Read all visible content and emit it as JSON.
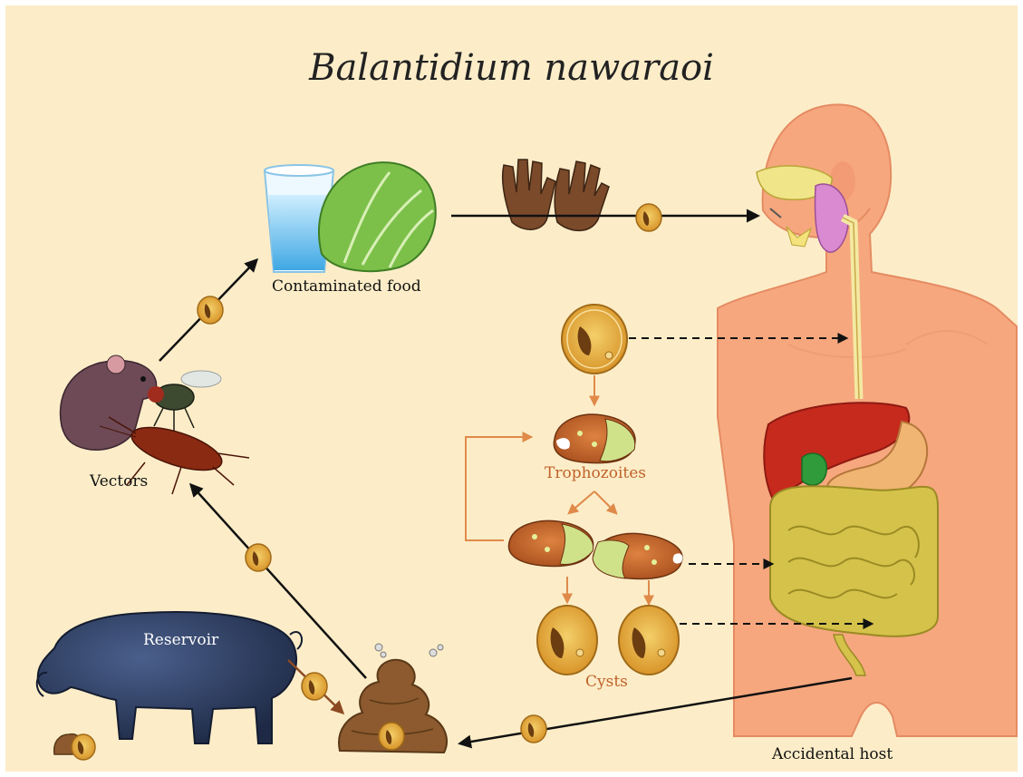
{
  "title": "Balantidium nawaraoi",
  "labels": {
    "contaminated_food": "Contaminated food",
    "vectors": "Vectors",
    "reservoir": "Reservoir",
    "trophozoites": "Trophozoites",
    "cysts": "Cysts",
    "accidental_host": "Accidental host"
  },
  "colors": {
    "background": "#fcedc8",
    "skin": "#f6a77e",
    "cyst_fill": "#e5ae3a",
    "trophozoite_fill": "#c96a2b",
    "stage_arrow": "#e08a4a",
    "liver": "#c62a1d",
    "intestine": "#d4c24a",
    "pig": "#2e3f63",
    "feces": "#8c5a2e"
  }
}
